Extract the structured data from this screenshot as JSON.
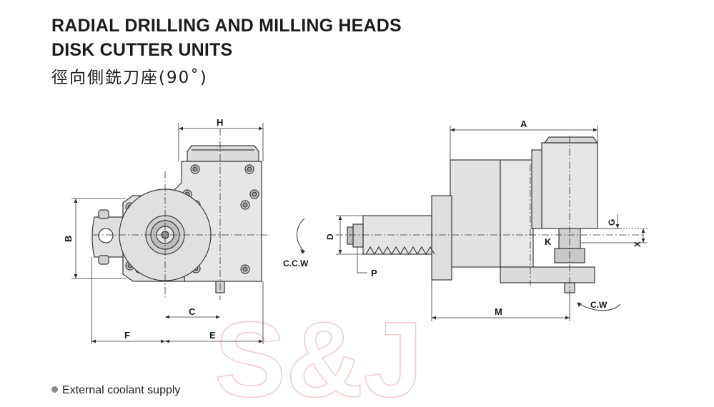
{
  "header": {
    "title_line1": "RADIAL DRILLING AND MILLING HEADS",
    "title_line2": "DISK CUTTER UNITS",
    "title_line3": "徑向側銑刀座(90˚)"
  },
  "dimensions": {
    "H": "H",
    "B": "B",
    "C": "C",
    "F": "F",
    "E": "E",
    "A": "A",
    "G": "G",
    "D": "D",
    "K": "K",
    "X": "X",
    "P": "P",
    "M": "M"
  },
  "rotation": {
    "ccw": "C.C.W",
    "cw": "C.W"
  },
  "watermark": "S&J",
  "footer": {
    "note": "External coolant supply"
  },
  "colors": {
    "body_fill": "#e4e4e4",
    "body_stroke": "#3a3a3a",
    "dim_line": "#333333",
    "watermark": "#f3c9c9"
  }
}
